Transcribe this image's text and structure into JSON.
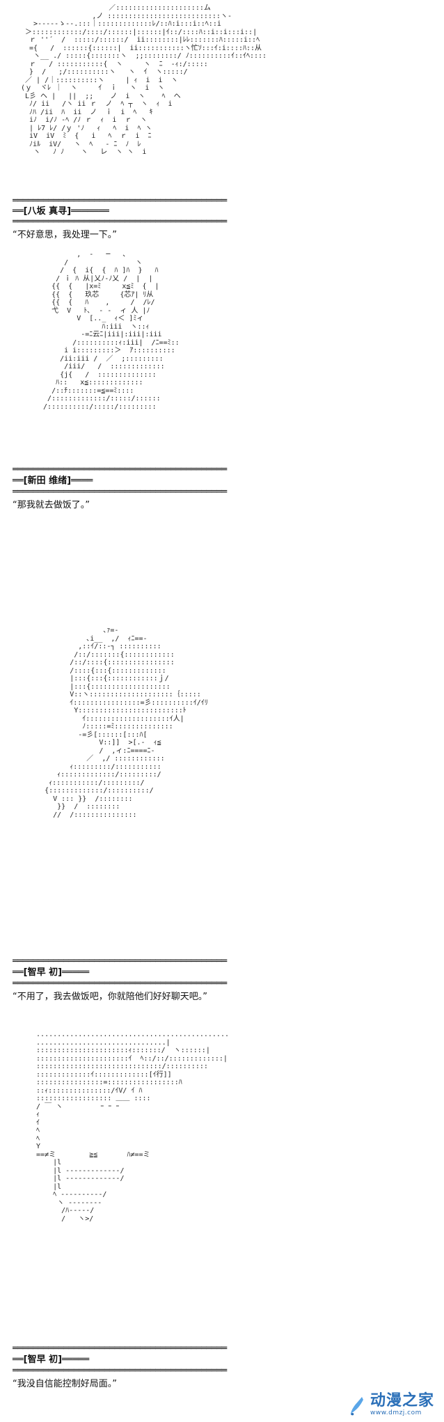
{
  "panels": [
    {
      "art": "                     ／:::::::::::::::::::::ム\n                 ,ノ :::::::::::::::::::::::::::ヽ‐\n   >‐‐---ゝ‐-.:::｜:::::::::::::ﾚ/::ﾊ:i:::i::ﾍ::i\n ＞::::::::::::/::::/::::::|::::::|ｲ::/::::ﾊ::i::i:::i::|\n  ｒ ''´  /  :::::/::::::/  ii::::::::|ﾚﾚ:::::::ﾊ:::::i::ﾍ\n  ={   /  ::::::{::::::|  ii:::::::::::ヽ忙ｿ:::ｲ:i::::ﾊ::从\n   ヽ__ ./ :::::{:::::::ヽ  ;;::::::::/ ﾉ::::::::::ｲ::ｲﾍ::::\n  ｒ   / :::::::::::{  ヽ     ヽ  ﾆ  ‐ｨ:/:::::\n  }  /   ;/::::::::::ヽ   ヽ  ｲ  ヽ:::::/\n ／ | /｜::::::::::ヽ     | ｨ  i  i  ヽ\n(ｙ  ヾﾚ ｜  ヽ     ｲ  ｉ   ヽ  i  ヽ\n L彡 ヘ |   ||  ;;    ノ  i  ヽ    ﾍ  ヘ\n  ﾉ/ ii   /ヽ ii ｒ  ノ  ﾍ ┬  ヽ  ｨ  i\n  ﾉﾊ /ii  ﾊ  ii  ノ  ｉ  i  ﾍ   ｷ\n  iﾉ  i/ﾉ ‐ﾍ /ﾉ ｒ  ｨ  i  ｒ  ヽ\n  | ﾚ7 ﾚ/ /ｙ 'ﾉ   ｨ   ﾍ  i  ﾍ ヽ\n  iV  iV  ﾐ  {   i   ﾍ  ｒ  i  ﾆ\n  ﾉiﾙ  iV/   ヽ  ﾍ   ‐ ﾆ  ﾉ  ﾚ\n   ヽ   ﾉ ﾉ    ヽ   レ  ヽ ヽ  i",
      "speaker": "══[八坂 真寻]═══════",
      "dialogue": "“不好意思，我处理一下。”"
    },
    {
      "art": "          ,  ‐   ─   ､\n       /                ヽ\n      /  {  i{  {  ﾊ ]ﾊ  }   ﾊ\n     / ｉ ﾊ 从|乂ﾉ‐ﾉ乂 /  |  |\n    {{  {   |x=ﾐ     x≦ﾐ  {  |\n    {{  {   玖芯     {芯ｱ| ﾘ从\n    {{  {   ﾊ    ,     /  /ﾚ/\n    弋  V   ﾄ､  ‐ ‐  ィ 人 |ﾉ\n          V  [.._  ｨ＜ ]ﾐィ\n                ﾊ:iii  ヽ::ｨ\n           -=ﾆ云ﾆ|iii|:iii|:iii\n         /::::::::::ｨ:iii|  /ﾆ==ﾐ::\n       i i:::::::::＞  ｱ::::::::::\n      /ii:iii /  ／  ;:::::::::\n       /iii/   /  :::::::::::::\n      {j{   /  ::::::::::::::\n     ﾊ::   x≦:::::::::::::\n    /::ﾁ:::::::=≦==ﾐ::::\n   /:::::::::::::/:::::/::::::\n  /::::::::::/:::::/:::::::::",
      "speaker": "══[新田 维绪]════",
      "dialogue": "“那我就去做饭了。”"
    },
    {
      "art": "                  ､ｧ=‐\n              ､i__  ,/  ｨﾆ==‐\n            ,::ｲ/::-┐ ::::::::::\n           /::/:::::::{::::::::::::\n          /::/::::{::::::::::::::::\n          /::::{:::{:::::::::::::\n          |:::{:::{::::::::::::ｊ/\n          |:::{:::::::::::::::::::\n          V::ヽ::::::::::::::::::::｛:::::\n          ｲ::::::::::::::::=彡::::::::::ｲ/ｲﾘ\n           Y:::::::::::::::::::::::::ﾄ\n             ｲ::::::::::::::::::::ｲ人|\n             ﾉ:::::=ﾐ::::::::::::::\n            -=彡[::::::[:::ﾊ[\n                 V::]]  >[.-  ｨ≦\n                 /  ,ィ:ﾆ====ﾆ-\n              ／  ,/ ::::::::::::\n          ｨ:::::::::/:::::::::::\n       ｨ:::::::::::::/:::::::::/\n     ｨ:::::::::::/:::::::::/\n    {:::::::::::::/::::::::::/\n      V ::: }}  /::::::::\n       }}  /  ::::::::\n      //  /:::::::::::::::",
      "speaker": "══[智早 初]═════",
      "dialogue": "“不用了，我去做饭吧，你就陪他们好好聊天吧。”"
    },
    {
      "art": "  ..............................................\n  ...............................|\n  ::::::::::::::::::::::ｨ:::::::/  ヽ::::::|\n  ::::::::::::::::::::::ｲ  ﾍ::/::/:::::::::::::|\n  ::::::::::::::::::::::::::::::/::::::::::\n  :::::::::::::ｲ:::::::::::::[ｲ行]]\n  ::::::::::::::::=:::::::::::::::::ﾊ\n  ::ｨ:::::::::::::::/ｲV/ ｲ ﾊ\n  :::::::::::::::::: ＿＿ ::::\n  / ￣ ヽ         ｰ ｰ ｰ\n  ｨ\n  ｲ\n  ﾍ\n  ﾍ\n  Y\n  ==≠ミ        ≧≦       ﾊ≠==ミ\n      |l\n      |l ‐‐‐‐‐‐‐‐‐‐‐‐‐/\n      |l ‐‐‐‐‐‐‐‐‐‐‐‐‐/\n      |l\n      ﾍ ‐‐‐‐‐‐‐‐‐‐/\n       ヽ ‐‐‐‐‐‐‐‐\n        /ﾊ‐‐‐‐‐/\n        /   ヽ>/",
      "speaker": "══[智早 初]═════",
      "dialogue": "“我没自信能控制好局面。”"
    }
  ],
  "separators": {
    "line": "══════════════════════════════════════════"
  },
  "logo": {
    "name": "动漫之家",
    "url": "www.dmzj.com",
    "colors": {
      "primary": "#2a6fb8",
      "accent": "#5aa6e8"
    }
  }
}
